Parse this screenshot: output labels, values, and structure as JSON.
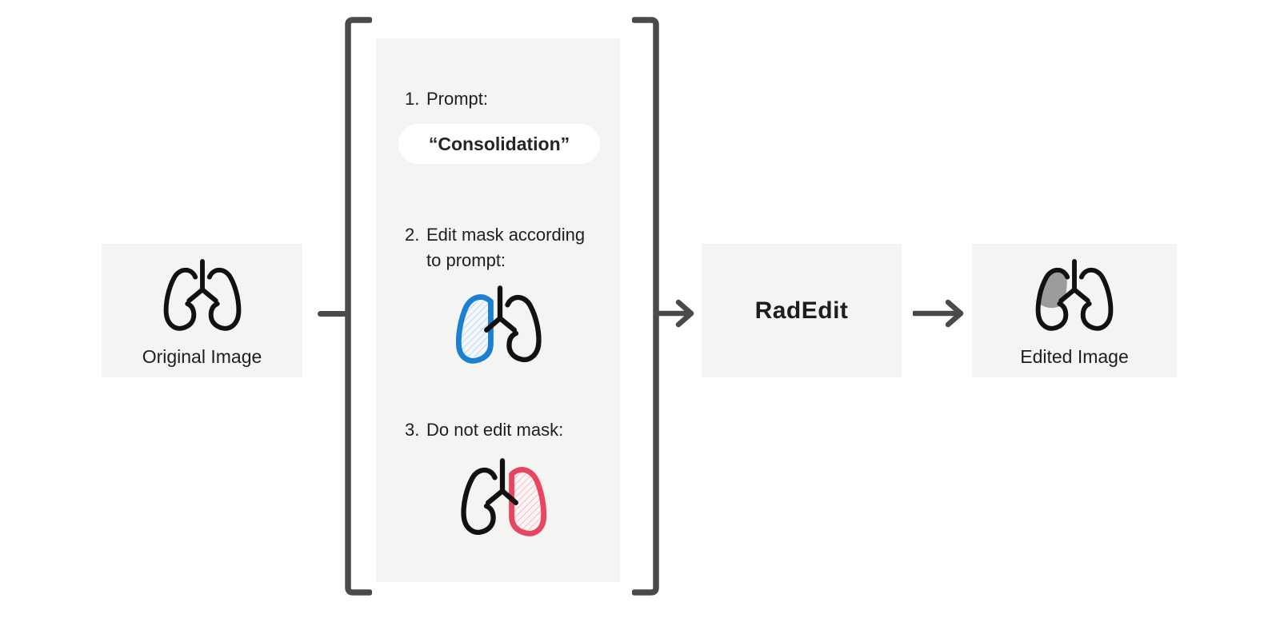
{
  "nodes": {
    "original_image": {
      "label": "Original Image"
    },
    "model": {
      "label": "RadEdit"
    },
    "edited_image": {
      "label": "Edited Image"
    }
  },
  "conditioning_panel": {
    "steps": [
      {
        "number": "1.",
        "label": "Prompt:",
        "value": "“Consolidation”"
      },
      {
        "number": "2.",
        "label": "Edit mask according to prompt:"
      },
      {
        "number": "3.",
        "label": "Do not edit mask:"
      }
    ]
  },
  "icons": {
    "original": "lungs-icon",
    "edit_mask": "lungs-edit-mask-icon",
    "do_not_edit_mask": "lungs-do-not-edit-mask-icon",
    "edited": "lungs-edited-icon",
    "arrows": "arrow-right-icon"
  },
  "colors": {
    "box_bg": "#f4f4f3",
    "panel_bg": "#f4f4f3",
    "line": "#4a4a4a",
    "text": "#1e1e1e",
    "edit_mask_blue": "#1b7fd2",
    "edit_mask_hatch": "#b9d4ec",
    "edit_mask_fill": "#f4f8fc",
    "keep_mask_red": "#e84560",
    "keep_mask_hatch": "#f5b7c1",
    "keep_mask_fill": "#fdf4f5",
    "consolidation_gray": "#9c9c9c",
    "pill_bg": "#ffffff"
  }
}
